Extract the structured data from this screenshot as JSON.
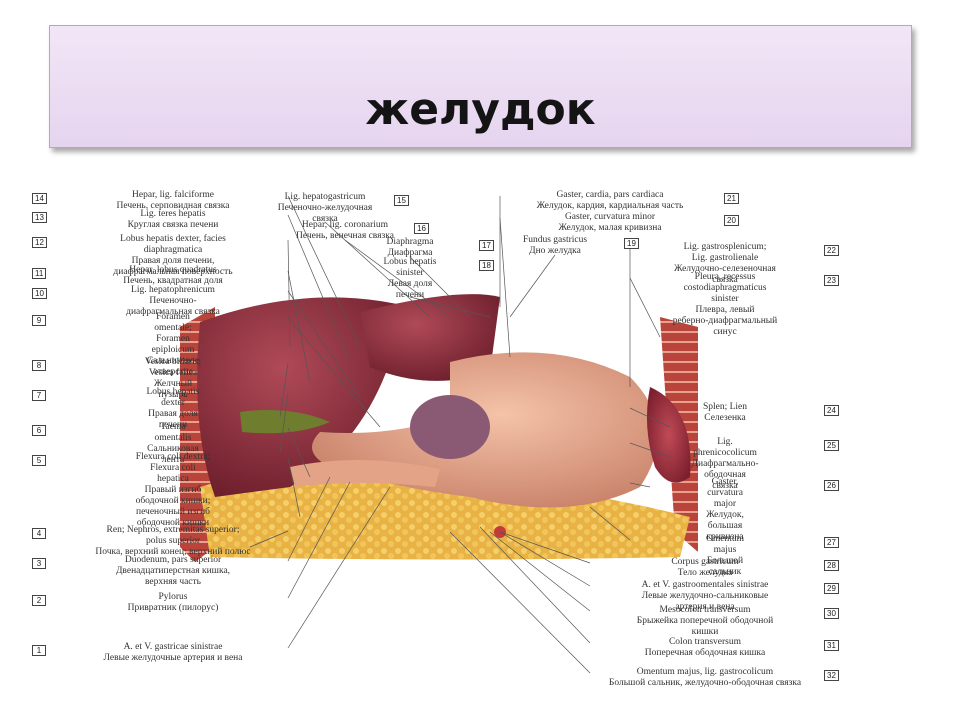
{
  "slide": {
    "title": "желудок"
  },
  "figure": {
    "left_labels": [
      {
        "num": "14",
        "lines": [
          "Hepar, lig. falciforme",
          "Печень, серповидная связка"
        ]
      },
      {
        "num": "13",
        "lines": [
          "Lig. teres hepatis",
          "Круглая связка печени"
        ]
      },
      {
        "num": "12",
        "lines": [
          "Lobus hepatis dexter, facies",
          "diaphragmatica",
          "Правая доля печени,",
          "диафрагмальная поверхность"
        ]
      },
      {
        "num": "11",
        "lines": [
          "Hepar, lobus quadratus",
          "Печень, квадратная доля"
        ]
      },
      {
        "num": "10",
        "lines": [
          "Lig. hepatophrenicum",
          "Печеночно-",
          "диафрагмальная связка"
        ]
      },
      {
        "num": "9",
        "lines": [
          "Foramen",
          "omentale;",
          "Foramen",
          "epiploicum",
          "Сальниковое",
          "отверстие"
        ]
      },
      {
        "num": "8",
        "lines": [
          "Vesica biliaris;",
          "Vesica fellea",
          "Желчный",
          "пузырь"
        ]
      },
      {
        "num": "7",
        "lines": [
          "Lobus hepatis",
          "dexter",
          "Правая доля",
          "печени"
        ]
      },
      {
        "num": "6",
        "lines": [
          "Taenia",
          "omentalis",
          "Сальниковая",
          "лента"
        ]
      },
      {
        "num": "5",
        "lines": [
          "Flexura coli dextra;",
          "Flexura coli",
          "hepatica",
          "Правый изгиб",
          "ободочной кишки;",
          "печеночный изгиб",
          "ободочной кишки"
        ]
      },
      {
        "num": "4",
        "lines": [
          "Ren; Nephros, extremitas superior;",
          "polus superior",
          "Почка, верхний конец; верхний полюс"
        ]
      },
      {
        "num": "3",
        "lines": [
          "Duodenum, pars superior",
          "Двенадцатиперстная кишка,",
          "верхняя часть"
        ]
      },
      {
        "num": "2",
        "lines": [
          "Pylorus",
          "Привратник (пилорус)"
        ]
      },
      {
        "num": "1",
        "lines": [
          "A. et V. gastricae sinistrae",
          "Левые желудочные артерия и вена"
        ]
      }
    ],
    "top_labels": [
      {
        "num": "15",
        "lines": [
          "Lig. hepatogastricum",
          "Печеночно-желудочная",
          "связка"
        ]
      },
      {
        "num": "16",
        "lines": [
          "Hepar, lig. coronarium",
          "Печень, венечная связка"
        ]
      },
      {
        "num": "17",
        "lines": [
          "Diaphragma",
          "Диафрагма"
        ]
      },
      {
        "num": "18",
        "lines": [
          "Lobus hepatis",
          "sinister",
          "Левая доля",
          "печени"
        ]
      },
      {
        "num": "19",
        "lines": [
          "Fundus gastricus",
          "Дно желудка"
        ]
      }
    ],
    "right_labels": [
      {
        "num": "21",
        "lines": [
          "Gaster, cardia, pars cardiaca",
          "Желудок, кардия, кардиальная часть"
        ]
      },
      {
        "num": "20",
        "lines": [
          "Gaster, curvatura minor",
          "Желудок, малая кривизна"
        ]
      },
      {
        "num": "22",
        "lines": [
          "Lig. gastrosplenicum;",
          "Lig. gastrolienale",
          "Желудочно-селезеночная",
          "связка"
        ]
      },
      {
        "num": "23",
        "lines": [
          "Pleura, recessus",
          "costodiaphragmaticus",
          "sinister",
          "Плевра, левый",
          "реберно-диафрагмальный",
          "синус"
        ]
      },
      {
        "num": "24",
        "lines": [
          "Splen; Lien",
          "Селезенка"
        ]
      },
      {
        "num": "25",
        "lines": [
          "Lig.",
          "phrenicocolicum",
          "Диафрагмально-",
          "ободочная",
          "связка"
        ]
      },
      {
        "num": "26",
        "lines": [
          "Gaster,",
          "curvatura",
          "major",
          "Желудок,",
          "большая",
          "кривизна"
        ]
      },
      {
        "num": "27",
        "lines": [
          "Omentum",
          "majus",
          "Большой",
          "сальник"
        ]
      },
      {
        "num": "28",
        "lines": [
          "Corpus gastricum",
          "Тело желудка"
        ]
      },
      {
        "num": "29",
        "lines": [
          "A. et V. gastroomentales sinistrae",
          "Левые желудочно-сальниковые",
          "артерия и вена"
        ]
      },
      {
        "num": "30",
        "lines": [
          "Mesocolon transversum",
          "Брыжейка поперечной ободочной",
          "кишки"
        ]
      },
      {
        "num": "31",
        "lines": [
          "Colon transversum",
          "Поперечная ободочная кишка"
        ]
      },
      {
        "num": "32",
        "lines": [
          "Omentum majus, lig. gastrocolicum",
          "Большой сальник, желудочно-ободочная связка"
        ]
      }
    ]
  }
}
